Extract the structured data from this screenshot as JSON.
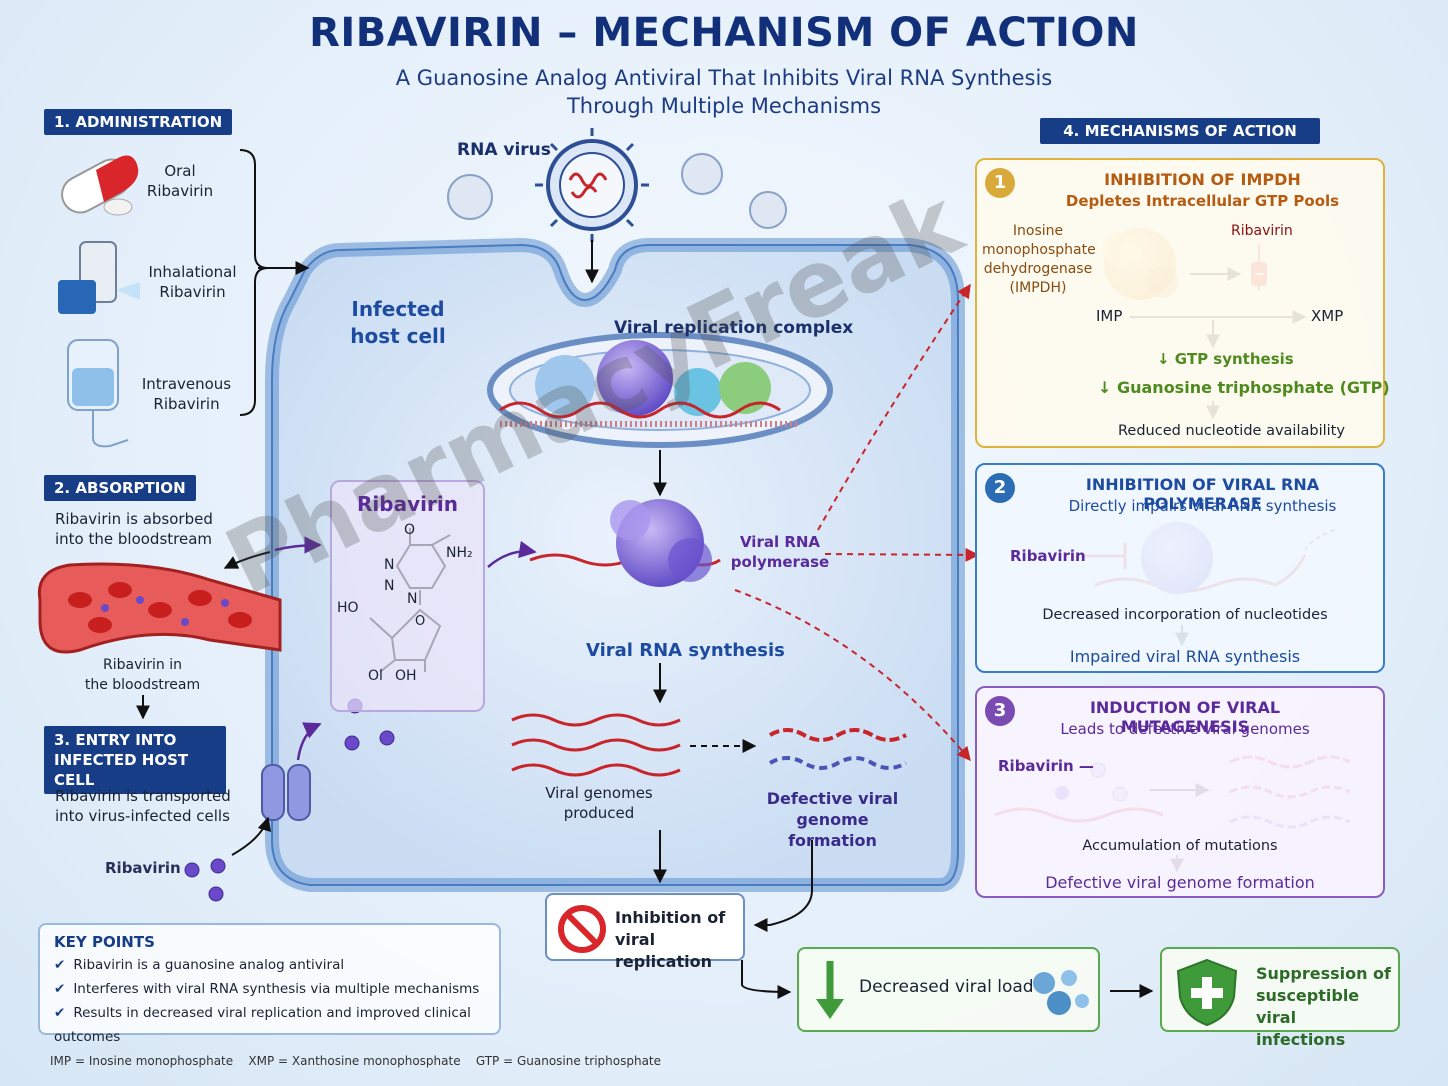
{
  "title": "RIBAVIRIN – MECHANISM OF ACTION",
  "subtitle_line1": "A Guanosine Analog Antiviral That Inhibits Viral RNA Synthesis",
  "subtitle_line2": "Through Multiple Mechanisms",
  "admin": {
    "header": "1. ADMINISTRATION",
    "oral": [
      "Oral",
      "Ribavirin"
    ],
    "inhal": [
      "Inhalational",
      "Ribavirin"
    ],
    "iv": [
      "Intravenous",
      "Ribavirin"
    ]
  },
  "absorption": {
    "header": "2. ABSORPTION",
    "desc": [
      "Ribavirin is absorbed",
      "into the bloodstream"
    ],
    "blood": [
      "Ribavirin in",
      "the bloodstream"
    ]
  },
  "entry": {
    "header": [
      "3. ENTRY INTO",
      "INFECTED HOST CELL"
    ],
    "desc": [
      "Ribavirin is transported",
      "into virus-infected cells"
    ],
    "ribavirin": "Ribavirin"
  },
  "cell": {
    "rna_virus": "RNA virus",
    "infected": [
      "Infected",
      "host cell"
    ],
    "complex": "Viral replication complex",
    "ribavirin_title": "Ribavirin",
    "atoms": {
      "o": "O",
      "nh2": "NH₂",
      "n1": "N",
      "n2": "N",
      "n3": "N",
      "ho": "HO",
      "o2": "O",
      "oh1": "Ol",
      "oh2": "OH"
    },
    "polymerase": [
      "Viral RNA",
      "polymerase"
    ],
    "synthesis": "Viral RNA synthesis",
    "genomes": [
      "Viral genomes",
      "produced"
    ],
    "defective": [
      "Defective viral",
      "genome formation"
    ]
  },
  "inhibition": [
    "Inhibition of",
    "viral replication"
  ],
  "decreased_load": "Decreased viral load",
  "suppression": [
    "Suppression of",
    "susceptible viral",
    "infections"
  ],
  "mechanisms": {
    "header": "4. MECHANISMS OF ACTION",
    "m1": {
      "num": "1",
      "title": "INHIBITION OF IMPDH",
      "sub": "Depletes Intracellular GTP Pools",
      "enzyme": [
        "Inosine",
        "monophosphate",
        "dehydrogenase",
        "(IMPDH)"
      ],
      "ribavirin": "Ribavirin",
      "imp": "IMP",
      "xmp": "XMP",
      "gtp_syn": "↓ GTP synthesis",
      "gtp": "↓ Guanosine triphosphate (GTP)",
      "reduced": "Reduced nucleotide availability"
    },
    "m2": {
      "num": "2",
      "title": "INHIBITION OF VIRAL RNA POLYMERASE",
      "sub": "Directly impairs viral RNA synthesis",
      "ribavirin": "Ribavirin",
      "decreased": "Decreased incorporation of nucleotides",
      "impaired": "Impaired viral RNA synthesis"
    },
    "m3": {
      "num": "3",
      "title": "INDUCTION OF VIRAL MUTAGENESIS",
      "sub": "Leads to defective viral genomes",
      "ribavirin": "Ribavirin —",
      "accum": "Accumulation of mutations",
      "defective": "Defective viral genome formation"
    }
  },
  "key_points": {
    "header": "KEY POINTS",
    "items": [
      "Ribavirin is a guanosine analog antiviral",
      "Interferes with viral RNA synthesis via multiple mechanisms",
      "Results in decreased viral replication and improved clinical outcomes"
    ]
  },
  "footnote": "IMP = Inosine monophosphate    XMP = Xanthosine monophosphate    GTP = Guanosine triphosphate",
  "watermark": "PharmacyFreak",
  "colors": {
    "navy": "#163d86",
    "gold": "#d9a93a",
    "blue_box": "#2a6db5",
    "purple_box": "#7a4bb3",
    "green": "#3f9a3a",
    "red": "#c8252b"
  }
}
